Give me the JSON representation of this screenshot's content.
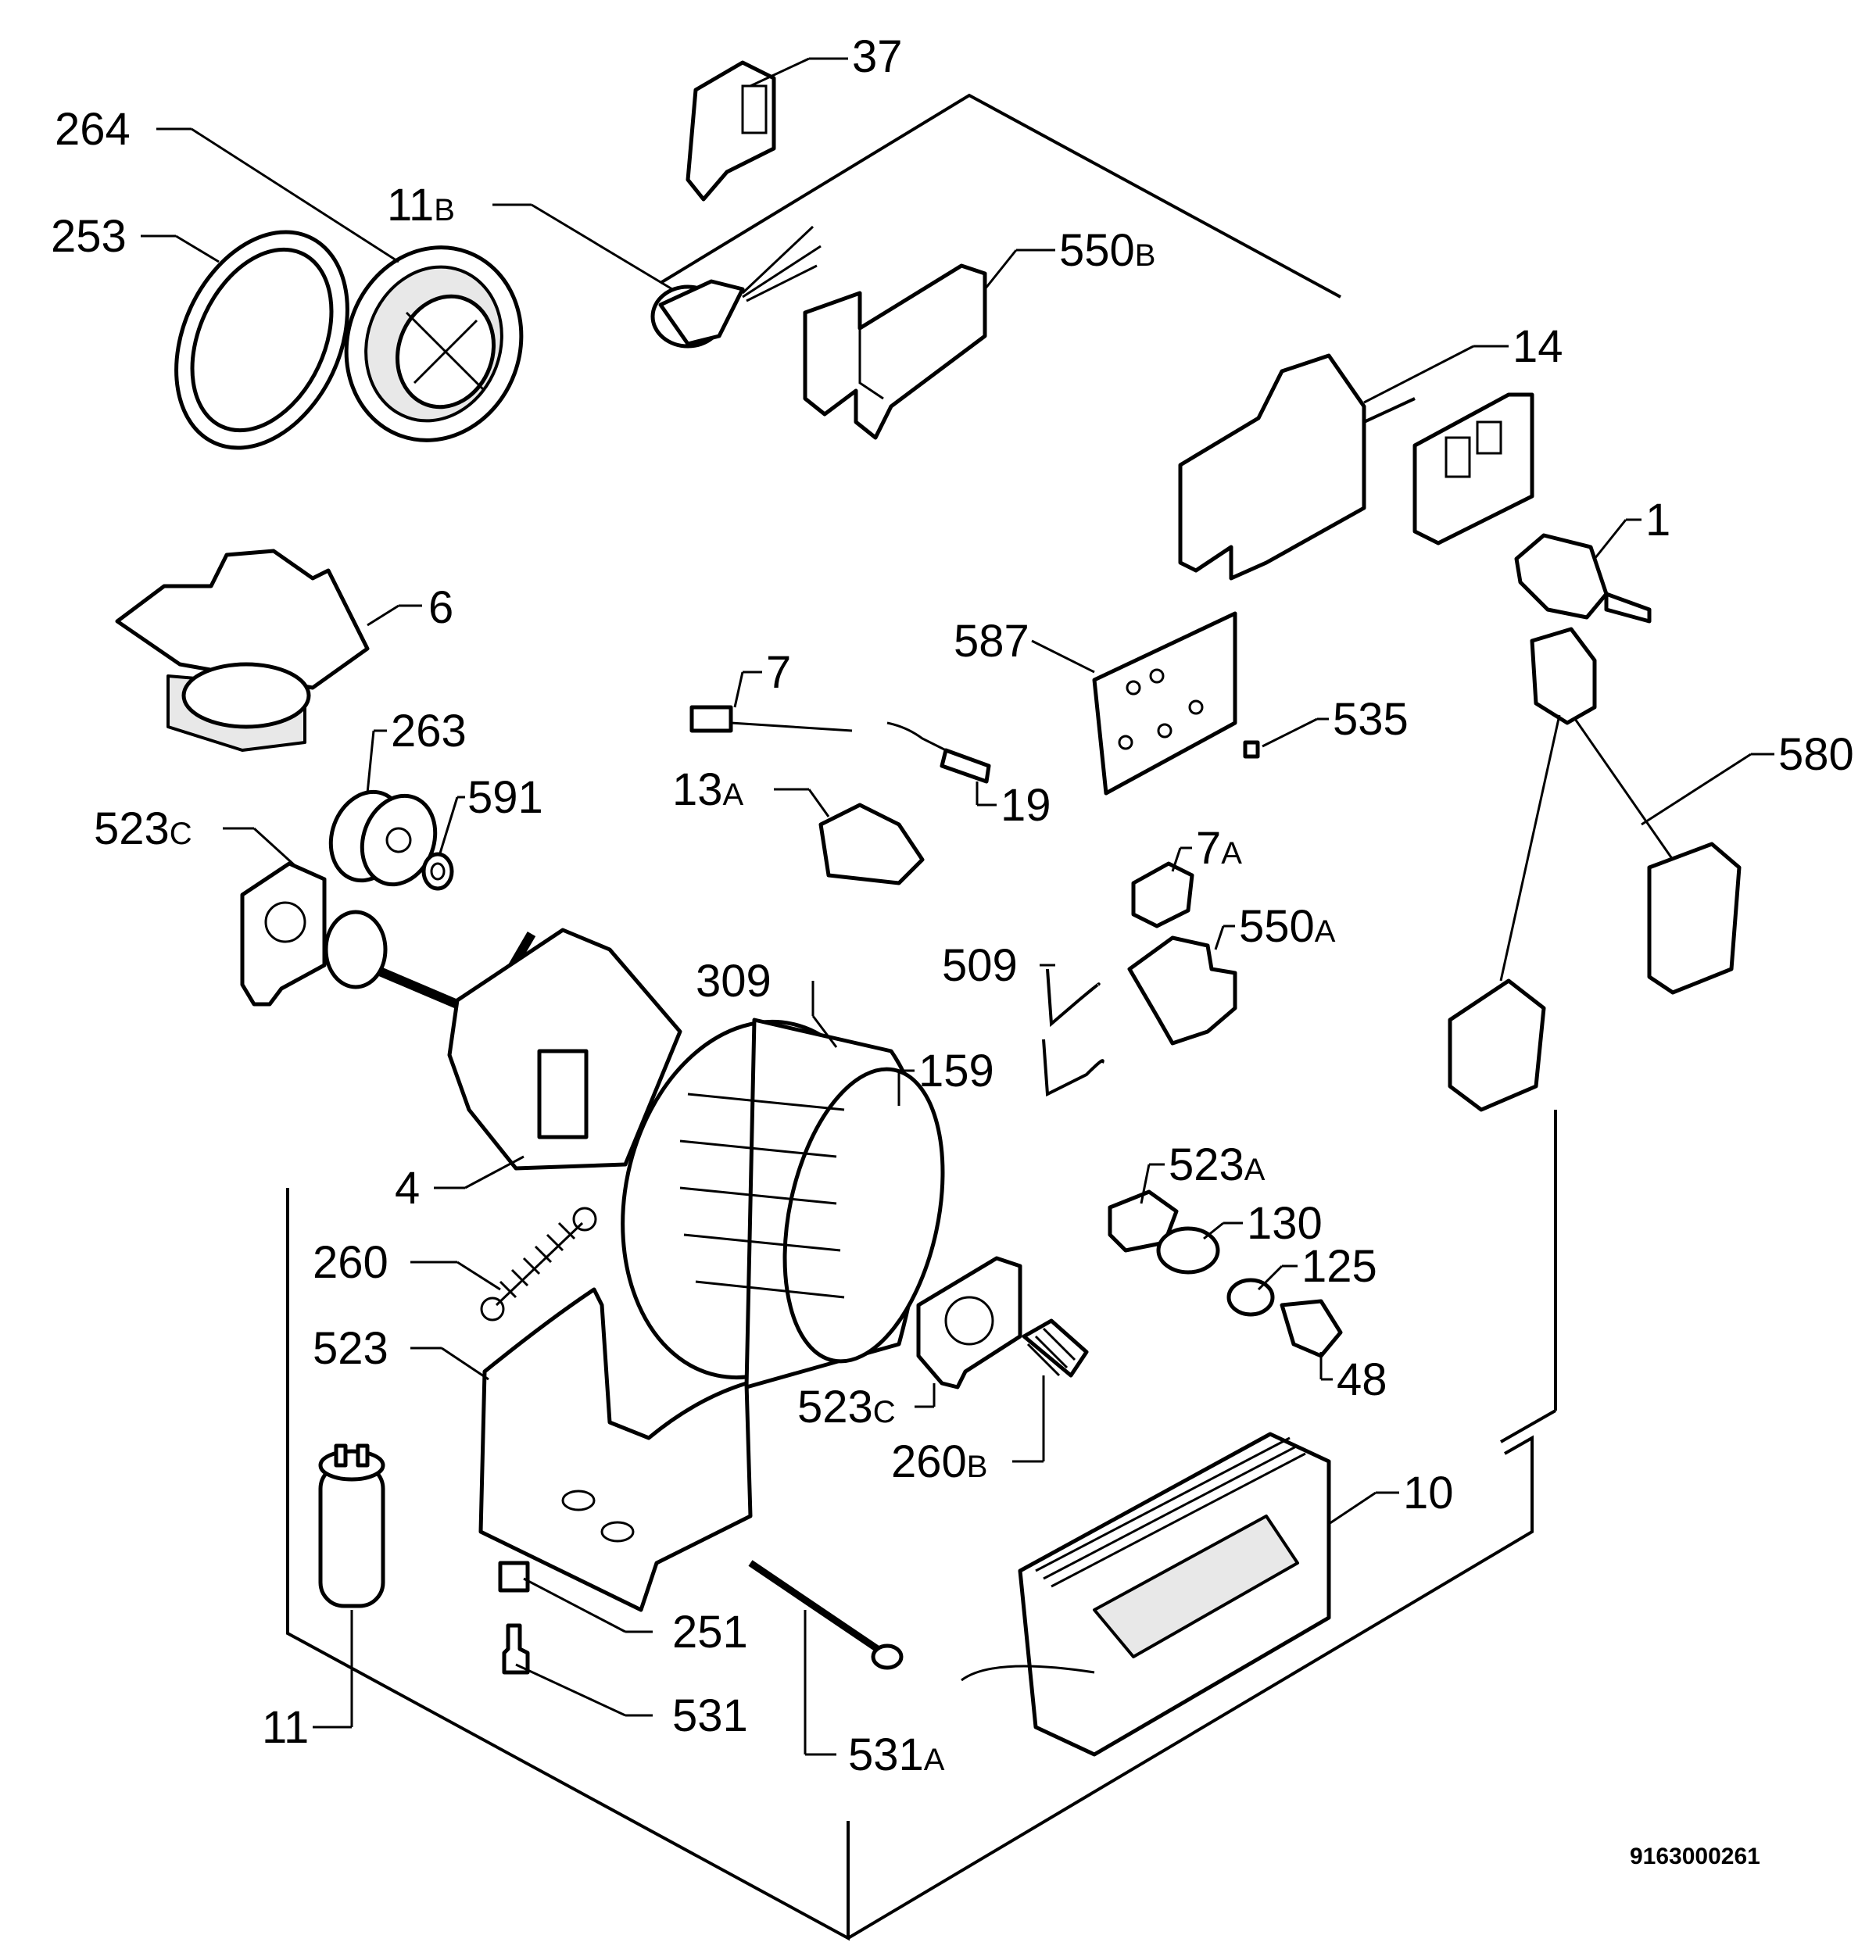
{
  "diagram_id": "9163000261",
  "labels": {
    "l37": "37",
    "l264": "264",
    "l11b": "11",
    "l11b_s": "B",
    "l253": "253",
    "l550b": "550",
    "l550b_s": "B",
    "l14": "14",
    "l1": "1",
    "l6": "6",
    "l587": "587",
    "l7": "7",
    "l263": "263",
    "l591": "591",
    "l535": "535",
    "l580": "580",
    "l13a": "13",
    "l13a_s": "A",
    "l19": "19",
    "l523c1": "523",
    "l523c1_s": "C",
    "l7a": "7",
    "l7a_s": "A",
    "l550a": "550",
    "l550a_s": "A",
    "l509": "509",
    "l309": "309",
    "l159": "159",
    "l4": "4",
    "l523a": "523",
    "l523a_s": "A",
    "l130": "130",
    "l260": "260",
    "l125": "125",
    "l523": "523",
    "l48": "48",
    "l523c2": "523",
    "l523c2_s": "C",
    "l260b": "260",
    "l260b_s": "B",
    "l10": "10",
    "l251": "251",
    "l531": "531",
    "l11": "11",
    "l531a": "531",
    "l531a_s": "A"
  }
}
